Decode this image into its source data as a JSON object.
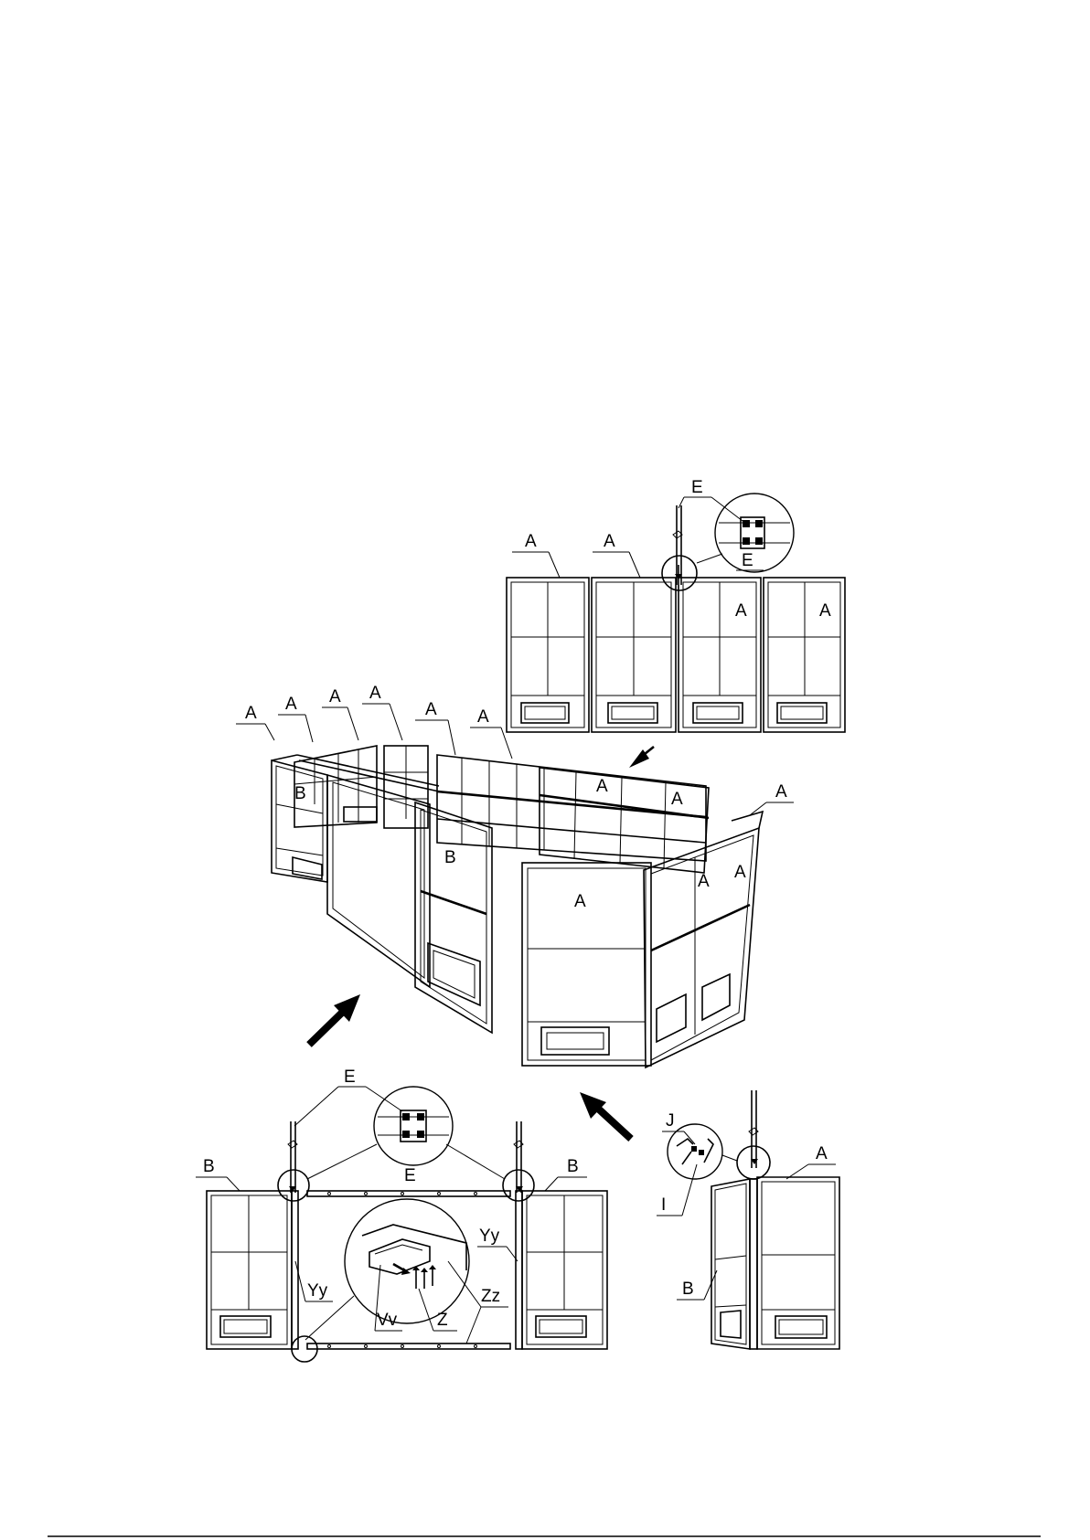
{
  "labels": {
    "a": "A",
    "b": "B",
    "e": "E",
    "i": "I",
    "j": "J",
    "vv": "Vv",
    "yy": "Yy",
    "z": "Z",
    "zz": "Zz"
  }
}
